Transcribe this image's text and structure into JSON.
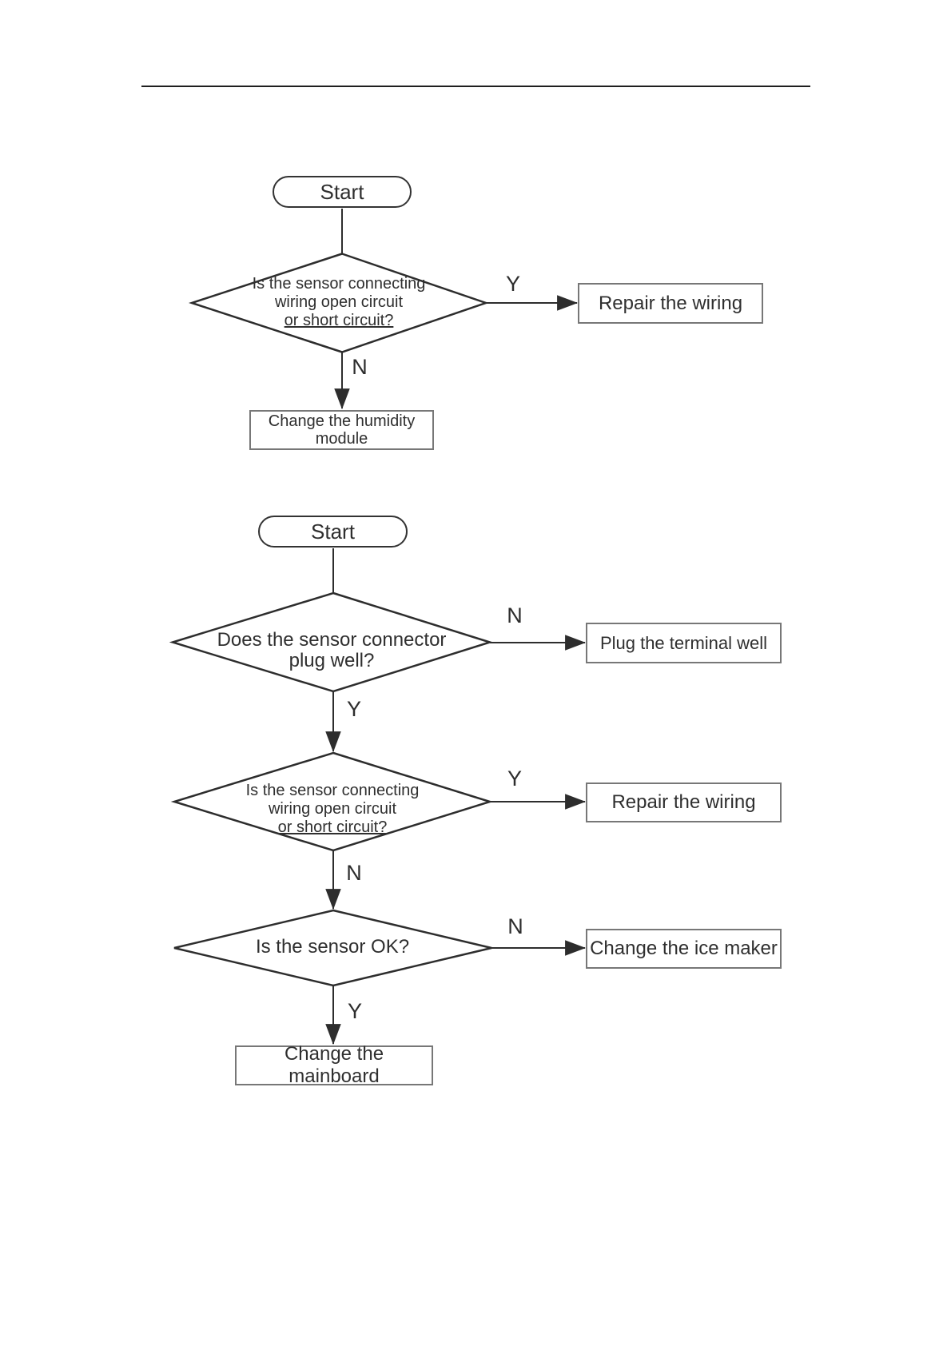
{
  "labels": {
    "yes": "Y",
    "no": "N"
  },
  "colors": {
    "stroke": "#2d2d2d",
    "box_border": "#777777",
    "text": "#2f2f2f",
    "background": "#ffffff"
  },
  "flowchart_humidity": {
    "start": "Start",
    "decision_wiring": {
      "lines": [
        "Is the sensor connecting",
        "wiring open circuit",
        "or short circuit?"
      ]
    },
    "action_repair": "Repair the wiring",
    "action_change_module": {
      "lines": [
        "Change the humidity",
        "module"
      ]
    }
  },
  "flowchart_icemaker": {
    "start": "Start",
    "decision_connector": {
      "lines": [
        "Does the sensor connector",
        "plug well?"
      ]
    },
    "action_plug": "Plug the terminal well",
    "decision_wiring": {
      "lines": [
        "Is the sensor connecting",
        "wiring open circuit",
        "or short circuit?"
      ]
    },
    "action_repair": "Repair the wiring",
    "decision_sensor_ok": "Is the sensor OK?",
    "action_change_icemaker": "Change the ice maker",
    "action_change_mainboard": "Change the mainboard"
  }
}
